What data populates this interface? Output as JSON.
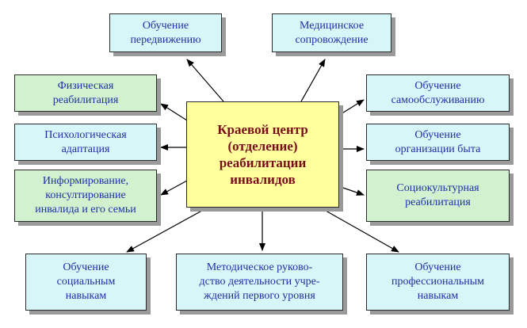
{
  "center": "Краевой центр\n(отделение)\nреабилитации\nинвалидов",
  "boxes": {
    "top_left": "Обучение\nпередвижению",
    "top_right": "Медицинское\nсопровождение",
    "left_1": "Физическая\nреабилитация",
    "left_2": "Психологическая\nадаптация",
    "left_3": "Информирование,\nконсултирование\nинвалида и его семьи",
    "right_1": "Обучение\nсамообслуживанию",
    "right_2": "Обучение\nорганизации быта",
    "right_3": "Социокультурная\nреабилитация",
    "bottom_left": "Обучение\nсоциальным\nнавыкам",
    "bottom_center": "Методическое руково-\nдство деятельности учре-\nждений первого уровня",
    "bottom_right": "Обучение\nпрофессиональным\nнавыкам"
  },
  "colors": {
    "center_fill": "#ffff9c",
    "center_text": "#7a0d1c",
    "cyan_fill": "#d7f6f8",
    "green_fill": "#d2f2cf",
    "box_text": "#1d2fa8"
  }
}
